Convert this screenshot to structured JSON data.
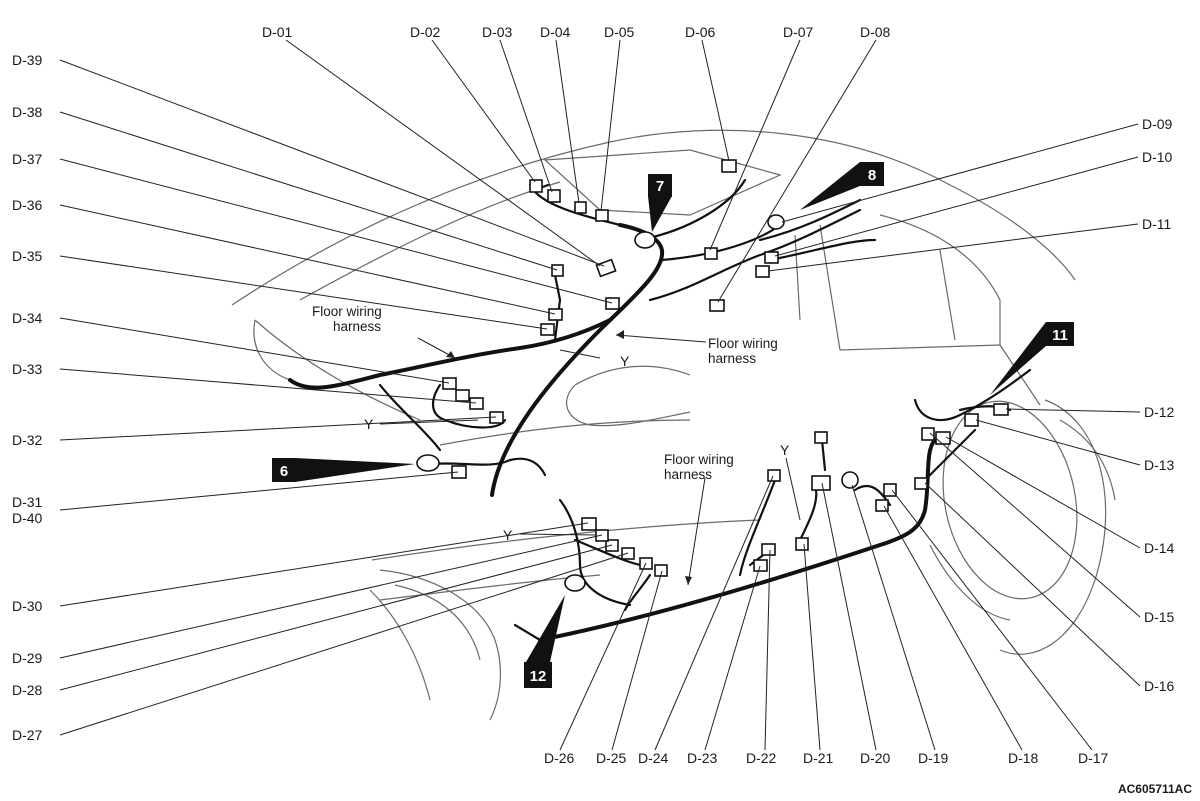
{
  "figure_id": "AC605711AC",
  "connectors": {
    "d01": "D-01",
    "d02": "D-02",
    "d03": "D-03",
    "d04": "D-04",
    "d05": "D-05",
    "d06": "D-06",
    "d07": "D-07",
    "d08": "D-08",
    "d09": "D-09",
    "d10": "D-10",
    "d11": "D-11",
    "d12": "D-12",
    "d13": "D-13",
    "d14": "D-14",
    "d15": "D-15",
    "d16": "D-16",
    "d17": "D-17",
    "d18": "D-18",
    "d19": "D-19",
    "d20": "D-20",
    "d21": "D-21",
    "d22": "D-22",
    "d23": "D-23",
    "d24": "D-24",
    "d25": "D-25",
    "d26": "D-26",
    "d27": "D-27",
    "d28": "D-28",
    "d29": "D-29",
    "d30": "D-30",
    "d31": "D-31",
    "d32": "D-32",
    "d33": "D-33",
    "d34": "D-34",
    "d35": "D-35",
    "d36": "D-36",
    "d37": "D-37",
    "d38": "D-38",
    "d39": "D-39",
    "d40": "D-40"
  },
  "callouts": {
    "c6": "6",
    "c7": "7",
    "c8": "8",
    "c11": "11",
    "c12": "12"
  },
  "harness_label_line1": "Floor wiring",
  "harness_label_line2": "harness",
  "junction_label": "Y"
}
